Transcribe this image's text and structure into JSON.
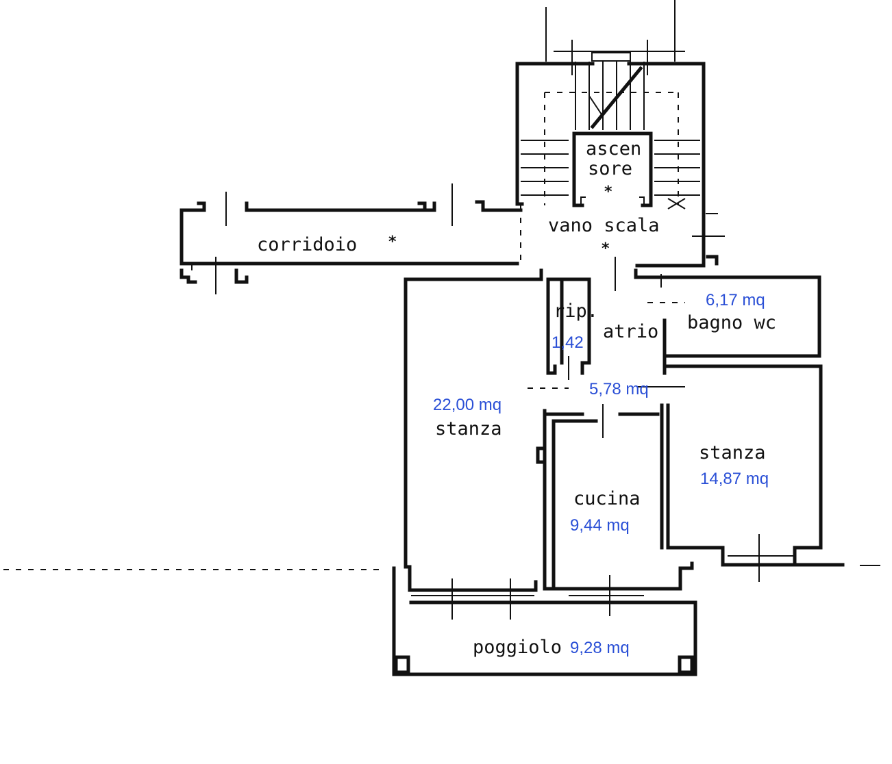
{
  "colors": {
    "line": "#111111",
    "area_text": "#2a4fd6",
    "background": "#ffffff"
  },
  "rooms": {
    "ascensore_line1": "ascen",
    "ascensore_line2": "sore",
    "vano_scala": "vano scala",
    "corridoio": "corridoio",
    "ripostiglio": "rip.",
    "atrio": "atrio",
    "bagno": "bagno wc",
    "stanza_left": "stanza",
    "stanza_right": "stanza",
    "cucina": "cucina",
    "poggiolo": "poggiolo"
  },
  "areas": {
    "bagno": "6,17 mq",
    "ripostiglio": "1,42",
    "atrio": "5,78 mq",
    "stanza_left": "22,00 mq",
    "stanza_right": "14,87 mq",
    "cucina": "9,44 mq",
    "poggiolo": "9,28 mq"
  },
  "markers": {
    "symbol": "*"
  }
}
